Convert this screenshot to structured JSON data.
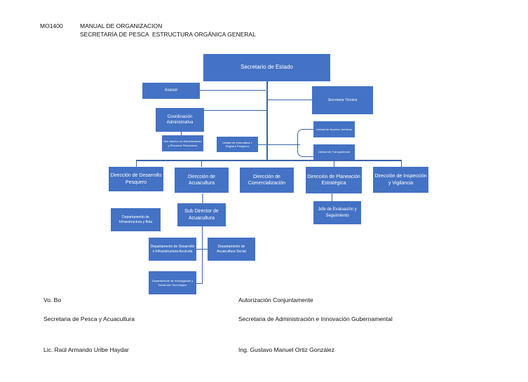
{
  "header": {
    "code": "MO1400",
    "title": "MANUAL DE ORGANIZACION",
    "entity": "SECRETARÍA DE PESCA",
    "subtitle": "ESTRUCTURA ORGÁNICA GENERAL"
  },
  "org": {
    "secretario": "Secretario de Estado",
    "asesor": "Asesor",
    "secretaria_tecnica": "Secretaria  Técnica",
    "coordinacion": "Coordinación Administrativa",
    "subdirector_admin": "Sub director de Administración y Recursos Financieros",
    "unidad_informatica": "Unidad de Informática Y Registro Pesquero",
    "unidad_juridicos": "Unidad de Asuntos Jurídicos",
    "unidad_transparencia": "Unidad de Transparencia",
    "dir_pesquero": "Dirección de Desarrollo Pesquero",
    "dir_acuacultura": "Dirección de Acuacultura",
    "dir_comercializacion": "Dirección de Comercialización",
    "dir_planeacion": "Dirección de Planeación Estratégica",
    "dir_inspeccion": "Dirección de Inspección y Vigilancia",
    "jefe_evaluacion": "Jefe de Evaluación y Seguimiento",
    "subdir_acuacultura": "Sub Director de Acuacultura",
    "depto_infra_flota": "Departamento de Infraestructura y flota",
    "depto_desarrollo": "Departamento de Desarrollo e Infraestructura Acuícola",
    "depto_social": "Departamento de Acuacultura Social",
    "depto_investigacion": "Departamento de Investigación y Desarrollo Tecnológico"
  },
  "footer": {
    "vobo": "Vo. Bo",
    "autorizacion": "Autorización Conjuntamente",
    "left_entity": "Secretaria de Pesca y Acuacultura",
    "right_entity": "Secretaria de Administración e Innovación Gubernamental",
    "left_name": "Lic. Raúl Armando Uribe Haydar",
    "right_name": "Ing. Gustavo Manuel Ortiz González"
  }
}
